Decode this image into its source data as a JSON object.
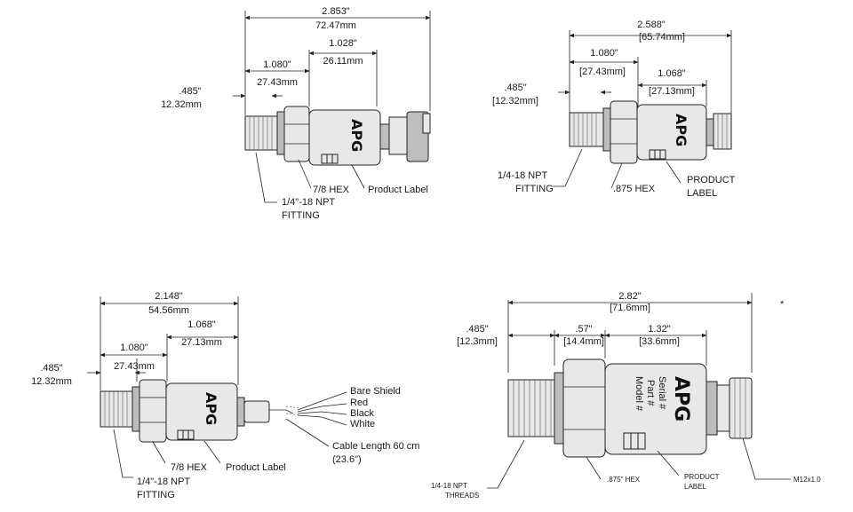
{
  "diagram_1": {
    "dim_total_in": "2.853\"",
    "dim_total_mm": "72.47mm",
    "dim_right_in": "1.028\"",
    "dim_right_mm": "26.11mm",
    "dim_hex_in": "1.080\"",
    "dim_hex_mm": "27.43mm",
    "dim_fit_in": ".485\"",
    "dim_fit_mm": "12.32mm",
    "label_hex": "7/8 HEX",
    "label_product": "Product Label",
    "label_fitting_1": "1/4\"-18 NPT",
    "label_fitting_2": "FITTING",
    "logo": "APG"
  },
  "diagram_2": {
    "dim_total_in": "2.588\"",
    "dim_total_mm": "[65.74mm]",
    "dim_hex_in": "1.080\"",
    "dim_hex_mm": "[27.43mm]",
    "dim_right_in": "1.068\"",
    "dim_right_mm": "[27.13mm]",
    "dim_fit_in": ".485\"",
    "dim_fit_mm": "[12.32mm]",
    "label_fitting_1": "1/4-18 NPT",
    "label_fitting_2": "FITTING",
    "label_hex": ".875 HEX",
    "label_product_1": "PRODUCT",
    "label_product_2": "LABEL",
    "logo": "APG"
  },
  "diagram_3": {
    "dim_total_in": "2.148\"",
    "dim_total_mm": "54.56mm",
    "dim_right_in": "1.068\"",
    "dim_right_mm": "27.13mm",
    "dim_hex_in": "1.080\"",
    "dim_hex_mm": "27.43mm",
    "dim_fit_in": ".485\"",
    "dim_fit_mm": "12.32mm",
    "wire_1": "Bare Shield",
    "wire_2": "Red",
    "wire_3": "Black",
    "wire_4": "White",
    "cable_1": "Cable Length 60 cm",
    "cable_2": "(23.6\")",
    "label_hex": "7/8 HEX",
    "label_product": "Product Label",
    "label_fitting_1": "1/4\"-18 NPT",
    "label_fitting_2": "FITTING",
    "logo": "APG"
  },
  "diagram_4": {
    "dim_total_in": "2.82\"",
    "dim_total_mm": "[71.6mm]",
    "dim_fit_in": ".485\"",
    "dim_fit_mm": "[12.3mm]",
    "dim_hex_in": ".57\"",
    "dim_hex_mm": "[14.4mm]",
    "dim_body_in": "1.32\"",
    "dim_body_mm": "[33.6mm]",
    "asterisk": "*",
    "label_threads_1": "1/4-18 NPT",
    "label_threads_2": "THREADS",
    "label_hex": ".875\" HEX",
    "label_product_1": "PRODUCT",
    "label_product_2": "LABEL",
    "label_conn": "M12x1.0",
    "label_model": "Model #",
    "label_part": "Part #",
    "label_serial": "Serial #",
    "logo": "APG"
  }
}
